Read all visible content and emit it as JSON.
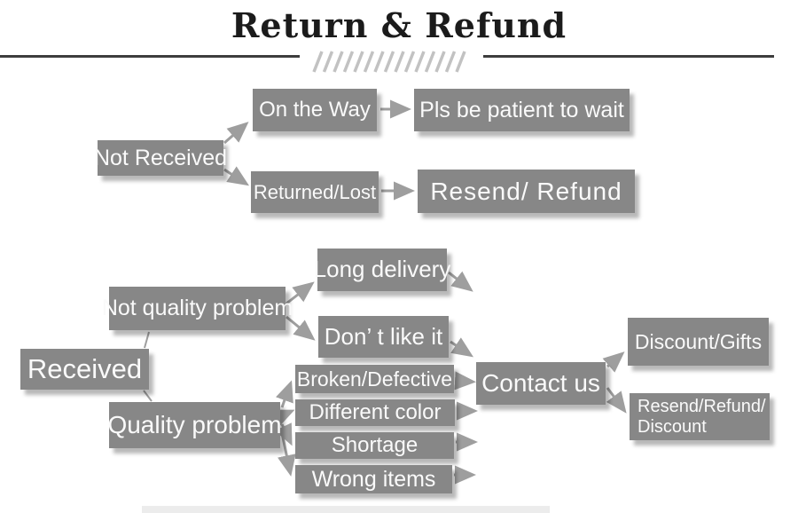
{
  "title": {
    "text": "Return & Refund"
  },
  "colors": {
    "box_gray": "#878787",
    "box_text": "#fafafa",
    "arrow_gray": "#9e9e9e",
    "title_black": "#1b1b1b"
  },
  "flow": {
    "not_received": {
      "label": "Not Received"
    },
    "on_the_way": {
      "label": "On the Way"
    },
    "pls_wait": {
      "label": "Pls be patient to wait"
    },
    "returned_lost": {
      "label": "Returned/Lost"
    },
    "resend_refund": {
      "label": "Resend/ Refund"
    },
    "received": {
      "label": "Received"
    },
    "not_quality": {
      "label": "Not quality problem"
    },
    "long_delivery": {
      "label": "Long delivery"
    },
    "dont_like": {
      "label": "Don’ t like it"
    },
    "quality": {
      "label": "Quality problem"
    },
    "broken": {
      "label": "Broken/Defective"
    },
    "diff_color": {
      "label": "Different color"
    },
    "shortage": {
      "label": "Shortage"
    },
    "wrong_items": {
      "label": "Wrong items"
    },
    "contact_us": {
      "label": "Contact us"
    },
    "discount_gifts": {
      "label": "Discount/Gifts"
    },
    "resend_refund_discount": {
      "line1": "Resend/Refund/",
      "line2": "Discount"
    }
  }
}
